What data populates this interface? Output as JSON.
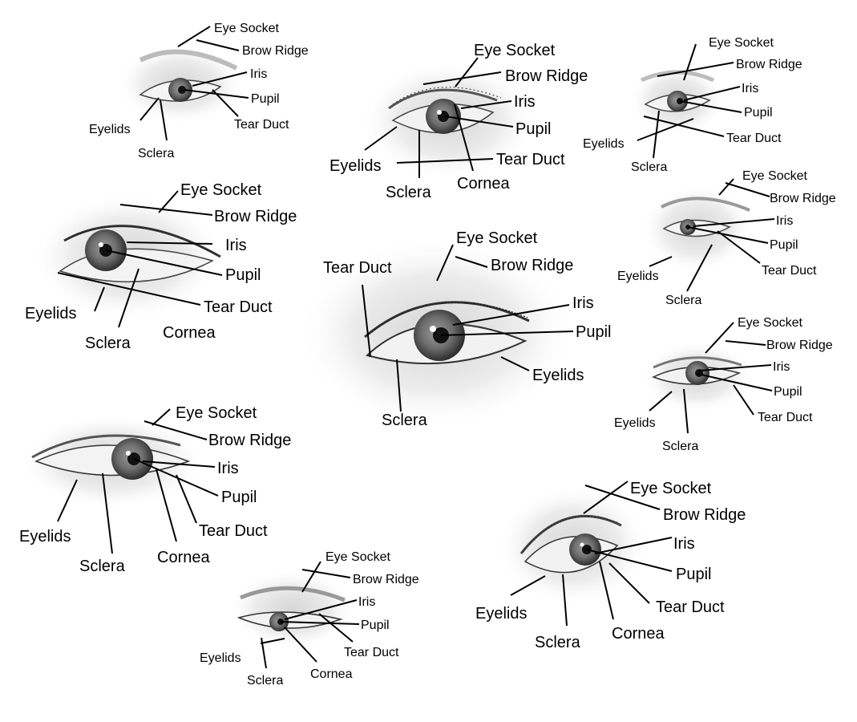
{
  "diagram": {
    "eyes": [
      {
        "id": "eye-1",
        "labels": {
          "eye_socket": "Eye Socket",
          "brow_ridge": "Brow Ridge",
          "iris": "Iris",
          "pupil": "Pupil",
          "tear_duct": "Tear Duct",
          "eyelids": "Eyelids",
          "sclera": "Sclera"
        }
      },
      {
        "id": "eye-2",
        "labels": {
          "eye_socket": "Eye Socket",
          "brow_ridge": "Brow Ridge",
          "iris": "Iris",
          "pupil": "Pupil",
          "tear_duct": "Tear Duct",
          "eyelids": "Eyelids",
          "sclera": "Sclera",
          "cornea": "Cornea"
        }
      },
      {
        "id": "eye-3",
        "labels": {
          "eye_socket": "Eye Socket",
          "brow_ridge": "Brow Ridge",
          "iris": "Iris",
          "pupil": "Pupil",
          "tear_duct": "Tear Duct",
          "eyelids": "Eyelids",
          "sclera": "Sclera"
        }
      },
      {
        "id": "eye-4",
        "labels": {
          "eye_socket": "Eye Socket",
          "brow_ridge": "Brow Ridge",
          "iris": "Iris",
          "pupil": "Pupil",
          "tear_duct": "Tear Duct",
          "eyelids": "Eyelids",
          "sclera": "Sclera",
          "cornea": "Cornea"
        }
      },
      {
        "id": "eye-5",
        "labels": {
          "eye_socket": "Eye Socket",
          "brow_ridge": "Brow Ridge",
          "iris": "Iris",
          "pupil": "Pupil",
          "tear_duct": "Tear Duct",
          "eyelids": "Eyelids",
          "sclera": "Sclera"
        }
      },
      {
        "id": "eye-6",
        "labels": {
          "eye_socket": "Eye Socket",
          "brow_ridge": "Brow Ridge",
          "iris": "Iris",
          "pupil": "Pupil",
          "tear_duct": "Tear Duct",
          "eyelids": "Eyelids",
          "sclera": "Sclera"
        }
      },
      {
        "id": "eye-7",
        "labels": {
          "eye_socket": "Eye Socket",
          "brow_ridge": "Brow Ridge",
          "iris": "Iris",
          "pupil": "Pupil",
          "tear_duct": "Tear Duct",
          "eyelids": "Eyelids",
          "sclera": "Sclera"
        }
      },
      {
        "id": "eye-8",
        "labels": {
          "eye_socket": "Eye Socket",
          "brow_ridge": "Brow Ridge",
          "iris": "Iris",
          "pupil": "Pupil",
          "tear_duct": "Tear Duct",
          "eyelids": "Eyelids",
          "sclera": "Sclera",
          "cornea": "Cornea"
        }
      },
      {
        "id": "eye-9",
        "labels": {
          "eye_socket": "Eye Socket",
          "brow_ridge": "Brow Ridge",
          "iris": "Iris",
          "pupil": "Pupil",
          "tear_duct": "Tear Duct",
          "eyelids": "Eyelids",
          "sclera": "Sclera",
          "cornea": "Cornea"
        }
      },
      {
        "id": "eye-10",
        "labels": {
          "eye_socket": "Eye Socket",
          "brow_ridge": "Brow Ridge",
          "iris": "Iris",
          "pupil": "Pupil",
          "tear_duct": "Tear Duct",
          "eyelids": "Eyelids",
          "sclera": "Sclera",
          "cornea": "Cornea"
        }
      }
    ]
  }
}
